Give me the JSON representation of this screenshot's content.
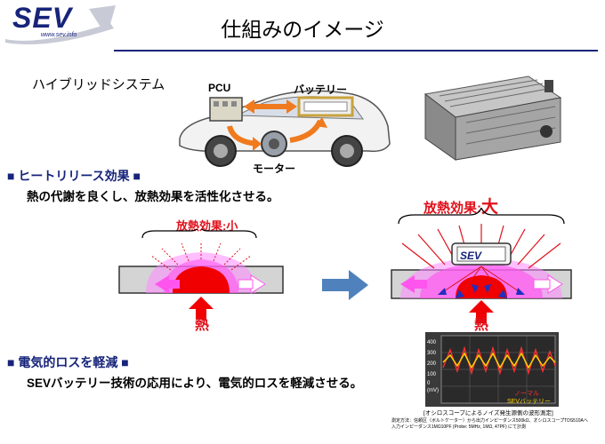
{
  "logo": {
    "text": "SEV",
    "url": "www.sev.info"
  },
  "title": "仕組みのイメージ",
  "hybrid_system": {
    "label": "ハイブリッドシステム",
    "pcu": "PCU",
    "battery": "バッテリー",
    "motor": "モーター"
  },
  "heat_release": {
    "heading": "ヒートリリース効果",
    "description": "熱の代謝を良くし、放熱効果を活性化させる。",
    "small_label_prefix": "放熱効果:",
    "small_label_value": "小",
    "large_label_prefix": "放熱効果:",
    "large_label_value": "大",
    "heat_left": "熱",
    "heat_right": "熱",
    "device_label": "SEV"
  },
  "electric_loss": {
    "heading": "電気的ロスを軽減",
    "description": "SEVバッテリー技術の応用により、電気的ロスを軽減させる。"
  },
  "oscilloscope": {
    "y_ticks": [
      "400",
      "300",
      "200",
      "100",
      "0",
      "(mV)"
    ],
    "legend_normal": "ノーマル",
    "legend_sev": "SEVバッテリー",
    "caption": "[オシロスコープによるノイズ発生源側の波形測定]",
    "note_line1": "測定方法：信頼区（ボルトケーター）から出力インピーダンス500kΩ、オシロスコープTDS510Aへ",
    "note_line2": "入力インピーダンス1MΩ10PF (Probe: 5MHz, 1MΩ, 47PF) にて計測"
  },
  "colors": {
    "navy": "#17247a",
    "red": "#e0101a",
    "orange": "#f07a1e",
    "pink": "#ff66ff",
    "blue_arrow": "#4f81bd"
  }
}
